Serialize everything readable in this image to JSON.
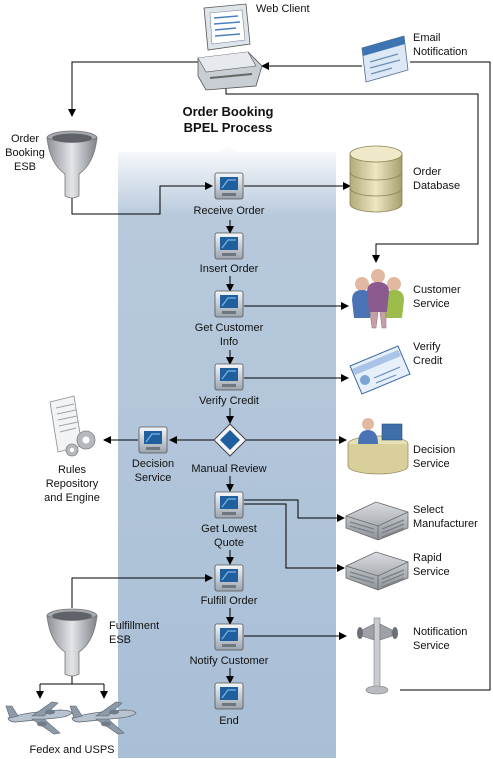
{
  "process": {
    "title_line1": "Order Booking",
    "title_line2": "BPEL Process",
    "steps": [
      {
        "lines": [
          "Receive Order"
        ]
      },
      {
        "lines": [
          "Insert Order"
        ]
      },
      {
        "lines": [
          "Get Customer",
          "Info"
        ]
      },
      {
        "lines": [
          "Verify Credit"
        ]
      },
      {
        "lines": [
          "Manual Review"
        ]
      },
      {
        "lines": [
          "Get Lowest",
          "Quote"
        ]
      },
      {
        "lines": [
          "Fulfill Order"
        ]
      },
      {
        "lines": [
          "Notify Customer"
        ]
      },
      {
        "lines": [
          "End"
        ]
      }
    ]
  },
  "external": {
    "web_client": "Web Client",
    "email": [
      "Email",
      "Notification"
    ],
    "order_booking_esb": [
      "Order",
      "Booking",
      "ESB"
    ],
    "order_database": [
      "Order",
      "Database"
    ],
    "customer_service": [
      "Customer",
      "Service"
    ],
    "verify_credit": [
      "Verify",
      "Credit"
    ],
    "decision_service_right": [
      "Decision",
      "Service"
    ],
    "decision_service_left": [
      "Decision",
      "Service"
    ],
    "rules": [
      "Rules",
      "Repository",
      "and Engine"
    ],
    "select_manufacturer": [
      "Select",
      "Manufacturer"
    ],
    "rapid_service": [
      "Rapid",
      "Service"
    ],
    "fulfillment_esb": [
      "Fulfillment",
      "ESB"
    ],
    "notification_service": [
      "Notification",
      "Service"
    ],
    "carriers": "Fedex and USPS"
  },
  "colors": {
    "lane_top": "#ffffff",
    "lane_bottom": "#a9bfd6",
    "node_blue": "#1f5f9e",
    "funnel": "#b9bcc1",
    "db": "#ddd6a6"
  },
  "icons": [
    "web-client-icon",
    "email-icon",
    "funnel-icon",
    "database-icon",
    "people-icon",
    "credit-card-icon",
    "decision-desk-icon",
    "document-gear-icon",
    "factory-icon",
    "loudspeaker-icon",
    "airplane-icon"
  ]
}
